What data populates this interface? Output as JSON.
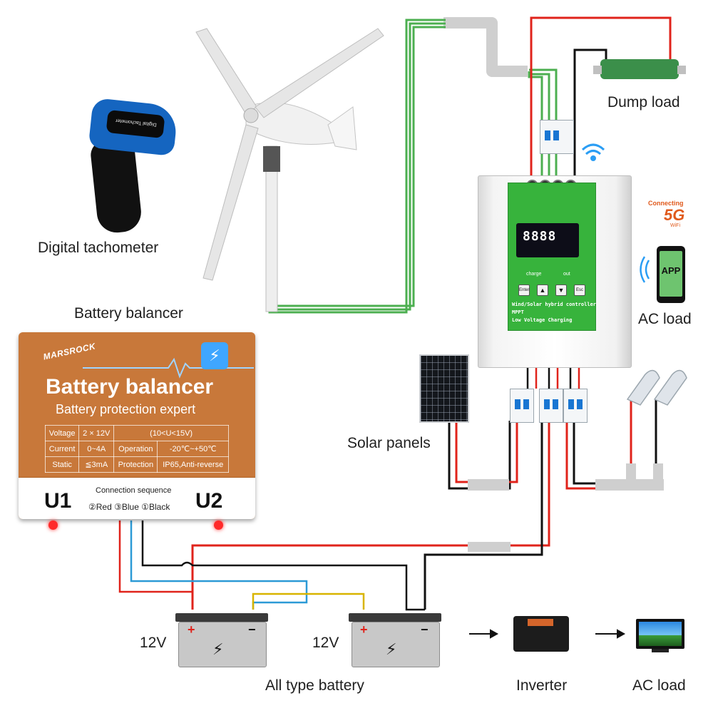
{
  "labels": {
    "tachometer": "Digital tachometer",
    "balancer_caption": "Battery balancer",
    "dump_load": "Dump load",
    "ac_load_right": "AC load",
    "solar_panels": "Solar panels",
    "battery_v1": "12V",
    "battery_v2": "12V",
    "all_type_battery": "All type battery",
    "inverter": "Inverter",
    "ac_load_bottom": "AC load"
  },
  "balancer": {
    "brand": "MARSROCK",
    "title": "Battery balancer",
    "subtitle": "Battery protection expert",
    "specs": [
      [
        "Voltage",
        "2 × 12V",
        "(10<U<15V)"
      ],
      [
        "Current",
        "0~4A",
        "Operation",
        "-20℃~+50℃"
      ],
      [
        "Static",
        "≦3mA",
        "Protection",
        "IP65,Anti-reverse"
      ]
    ],
    "u1": "U1",
    "u2": "U2",
    "sequence_label": "Connection sequence",
    "terminals": "②Red   ③Blue   ①Black"
  },
  "controller": {
    "digits": "8888",
    "charge": "charge",
    "out": "out",
    "line1": "Wind/Solar hybrid controller",
    "line2": "MPPT",
    "line3": "Low Voltage Charging",
    "btn_enter": "Enter",
    "btn_esc": "Esc"
  },
  "tachometer_screen": "Digital Tachometer",
  "battery": {
    "plus": "+",
    "minus": "−"
  },
  "wifi_badge": {
    "top": "Connecting",
    "big": "5G",
    "bottom": "WiFi"
  },
  "phone_app": "APP",
  "colors": {
    "balancer_orange": "#c8783a",
    "controller_green": "#37b33c",
    "wire_red": "#e0231b",
    "wire_green": "#4caf50",
    "wire_blue": "#2c9ad6",
    "wire_yellow": "#d8b400",
    "sheath_gray": "#cfcfcf"
  }
}
